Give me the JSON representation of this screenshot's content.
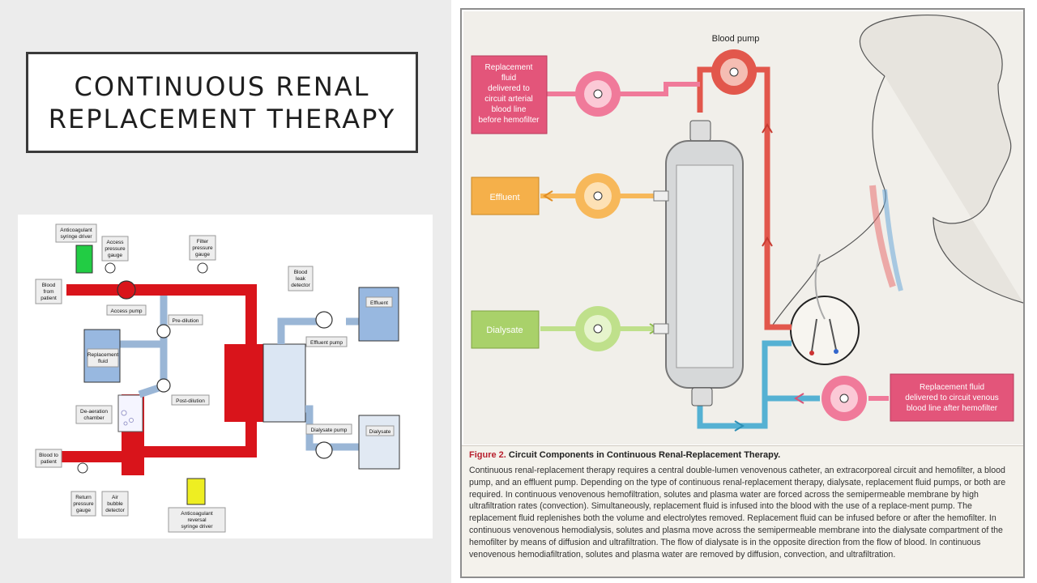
{
  "title": {
    "line1": "CONTINUOUS RENAL",
    "line2": "REPLACEMENT THERAPY"
  },
  "diagram1": {
    "labels": {
      "anticoagulant_driver": [
        "Anticoagulant",
        "syringe driver"
      ],
      "access_gauge": [
        "Access",
        "pressure",
        "gauge"
      ],
      "filter_gauge": [
        "Filter",
        "pressure",
        "gauge"
      ],
      "blood_from_patient": [
        "Blood",
        "from",
        "patient"
      ],
      "access_pump": "Access pump",
      "pre_dilution": "Pre-dilution",
      "blood_leak": [
        "Blood",
        "leak",
        "detector"
      ],
      "effluent": "Effluent",
      "effluent_pump": "Effluent pump",
      "replacement_fluid": [
        "Replacement",
        "fluid"
      ],
      "post_dilution": "Post-dilution",
      "deaeration": [
        "De-aeration",
        "chamber"
      ],
      "dialysate_pump": "Dialysate pump",
      "dialysate": "Dialysate",
      "blood_to_patient": [
        "Blood to",
        "patient"
      ],
      "return_gauge": [
        "Return",
        "pressure",
        "gauge"
      ],
      "air_bubble": [
        "Air",
        "bubble",
        "detector"
      ],
      "anticoagulant_reversal": [
        "Anticoagulant",
        "reversal",
        "syringe driver"
      ]
    }
  },
  "figure": {
    "labels": {
      "blood_pump": "Blood pump",
      "replacement_pre": [
        "Replacement",
        "fluid",
        "delivered to",
        "circuit arterial",
        "blood line",
        "before hemofilter"
      ],
      "effluent": "Effluent",
      "dialysate": "Dialysate",
      "replacement_post": [
        "Replacement fluid",
        "delivered to circuit venous",
        "blood line after hemofilter"
      ]
    },
    "caption": {
      "figure_number": "Figure 2.",
      "title": "Circuit Components in Continuous Renal-Replacement Therapy.",
      "body": "Continuous renal-replacement therapy requires a central double-lumen venovenous catheter, an extracorporeal circuit and hemofilter, a blood pump, and an effluent pump. Depending on the type of continuous renal-replacement therapy, dialysate, replacement fluid pumps, or both are required. In continuous venovenous hemofiltration, solutes and plasma water are forced across the semipermeable membrane by high ultrafiltration rates (convection). Simultaneously, replacement fluid is infused into the blood with the use of a replace-ment pump. The replacement fluid replenishes both the volume and electrolytes removed. Replacement fluid can be infused before or after the hemofilter. In continuous venovenous hemodialysis, solutes and plasma move across the semipermeable membrane into the dialysate compartment of the hemofilter by means of diffusion and ultrafiltration. The flow of dialysate is in the opposite direction from the flow of blood. In continuous venovenous hemodiafiltration, solutes and plasma water are removed by diffusion, convection, and ultrafiltration."
    }
  },
  "colors": {
    "blood": "#d9141b",
    "fluid_line": "#9ab6d6",
    "effluent_box": "#98b8e0",
    "figure_red": "#e2574c",
    "figure_blue": "#55b1d3",
    "figure_pink": "#f07a9a",
    "figure_orange": "#f7b85a",
    "figure_green": "#bfe08b",
    "caption_red": "#b8202e"
  }
}
